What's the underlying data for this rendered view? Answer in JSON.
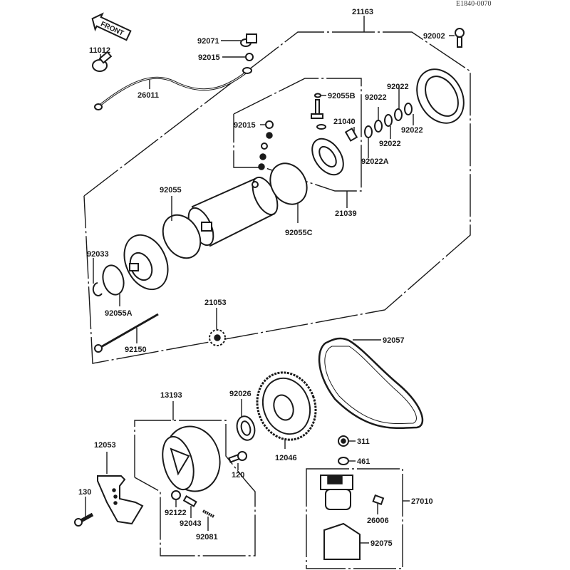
{
  "diagram": {
    "reference_code": "E1840-0070",
    "direction_marker": "FRONT",
    "parts": [
      {
        "id": "21163",
        "description": "starter motor assembly"
      },
      {
        "id": "92002"
      },
      {
        "id": "11012"
      },
      {
        "id": "92071"
      },
      {
        "id": "92015"
      },
      {
        "id": "26011"
      },
      {
        "id": "92055B"
      },
      {
        "id": "92022"
      },
      {
        "id": "21040"
      },
      {
        "id": "92022A"
      },
      {
        "id": "21039"
      },
      {
        "id": "92055"
      },
      {
        "id": "92055C"
      },
      {
        "id": "92033"
      },
      {
        "id": "92055A"
      },
      {
        "id": "21053"
      },
      {
        "id": "92150"
      },
      {
        "id": "92057"
      },
      {
        "id": "13193"
      },
      {
        "id": "92026"
      },
      {
        "id": "12046"
      },
      {
        "id": "12053"
      },
      {
        "id": "120"
      },
      {
        "id": "311"
      },
      {
        "id": "461"
      },
      {
        "id": "27010"
      },
      {
        "id": "130"
      },
      {
        "id": "92122"
      },
      {
        "id": "92043"
      },
      {
        "id": "92081"
      },
      {
        "id": "26006"
      },
      {
        "id": "92075"
      }
    ],
    "labels": {
      "l21163": "21163",
      "l92002": "92002",
      "l11012": "11012",
      "l92071": "92071",
      "l92015a": "92015",
      "l26011": "26011",
      "l92055B": "92055B",
      "l92022a": "92022",
      "l92022b": "92022",
      "l92022c": "92022",
      "l92022d": "92022",
      "l21040": "21040",
      "l92015b": "92015",
      "l92022A": "92022A",
      "l21039": "21039",
      "l92055": "92055",
      "l92055C": "92055C",
      "l92033": "92033",
      "l92055A": "92055A",
      "l21053": "21053",
      "l92150": "92150",
      "l92057": "92057",
      "l13193": "13193",
      "l92026": "92026",
      "l12046": "12046",
      "l12053": "12053",
      "l120": "120",
      "l311": "311",
      "l461": "461",
      "l27010": "27010",
      "l130": "130",
      "l92122": "92122",
      "l92043": "92043",
      "l92081": "92081",
      "l26006": "26006",
      "l92075": "92075"
    }
  }
}
